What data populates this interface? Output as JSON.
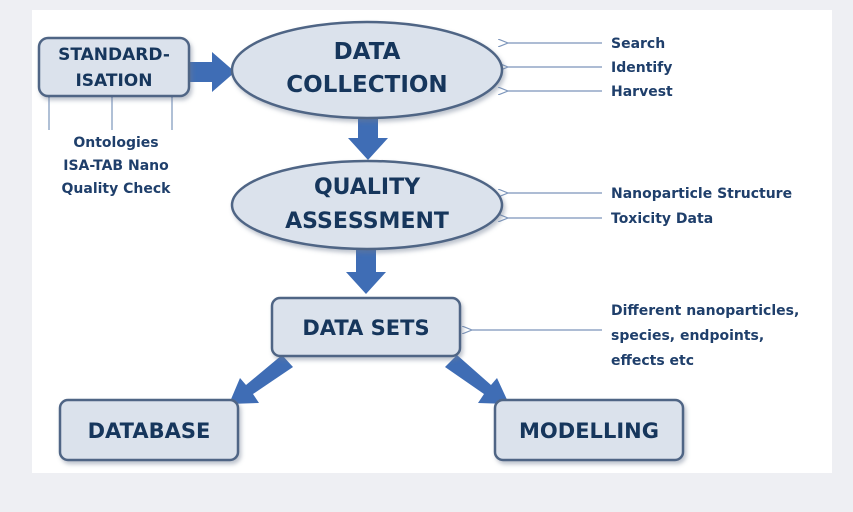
{
  "colors": {
    "node_fill": "#dbe2ec",
    "node_stroke": "#4f6585",
    "arrow": "#3f6db5",
    "text": "#16365c",
    "thin_arrow": "#7c95bb"
  },
  "nodes": {
    "standardisation": {
      "lines": [
        "STANDARD-",
        "ISATION"
      ]
    },
    "data_collection": {
      "lines": [
        "DATA",
        "COLLECTION"
      ]
    },
    "quality_assessment": {
      "lines": [
        "QUALITY",
        "ASSESSMENT"
      ]
    },
    "data_sets": {
      "lines": [
        "DATA SETS"
      ]
    },
    "database": {
      "lines": [
        "DATABASE"
      ]
    },
    "modelling": {
      "lines": [
        "MODELLING"
      ]
    }
  },
  "standardisation_inputs": [
    "Ontologies",
    "ISA-TAB Nano",
    "Quality Check"
  ],
  "collection_inputs": [
    "Search",
    "Identify",
    "Harvest"
  ],
  "quality_inputs": [
    "Nanoparticle Structure",
    "Toxicity Data"
  ],
  "datasets_inputs": [
    "Different nanoparticles,",
    "species, endpoints,",
    "effects etc"
  ]
}
